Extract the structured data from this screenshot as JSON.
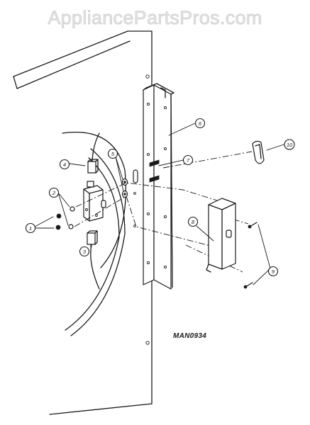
{
  "watermark": "AppliancePartsPros.com",
  "diagram_code": "MAN0934",
  "callouts": [
    {
      "id": "1",
      "label": "1"
    },
    {
      "id": "2",
      "label": "2"
    },
    {
      "id": "3",
      "label": "3"
    },
    {
      "id": "4",
      "label": "4"
    },
    {
      "id": "5",
      "label": "5"
    },
    {
      "id": "6",
      "label": "6"
    },
    {
      "id": "7",
      "label": "7"
    },
    {
      "id": "8",
      "label": "8"
    },
    {
      "id": "9",
      "label": "9"
    },
    {
      "id": "10",
      "label": "10"
    }
  ],
  "colors": {
    "line": "#1a1a1a",
    "background": "#ffffff",
    "watermark": "#e3e3e3"
  }
}
